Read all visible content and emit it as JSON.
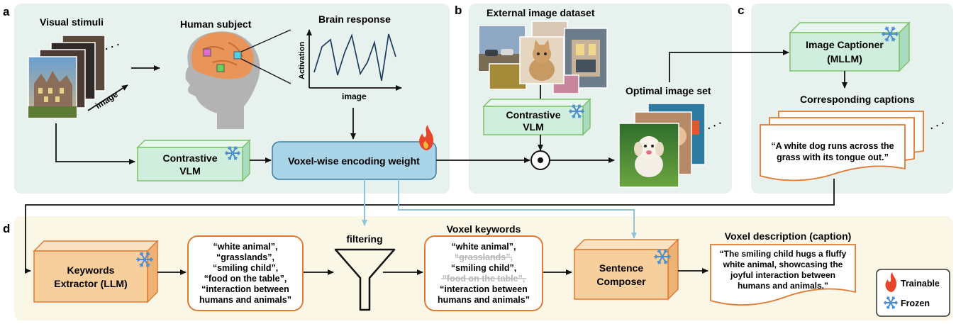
{
  "panel_labels": {
    "a": "a",
    "b": "b",
    "c": "c",
    "d": "d"
  },
  "panel_a": {
    "visual_stimuli": "Visual stimuli",
    "human_subject": "Human subject",
    "brain_response": "Brain response",
    "axis_y": "Activation",
    "axis_x": "image",
    "stack_label": "image",
    "ellipsis": "· · ·",
    "vlm_line1": "Contrastive",
    "vlm_line2": "VLM",
    "encoder": "Voxel-wise encoding weight"
  },
  "panel_b": {
    "title": "External image dataset",
    "vlm_line1": "Contrastive",
    "vlm_line2": "VLM",
    "optimal": "Optimal image set",
    "ellipsis": "· · ·"
  },
  "panel_c": {
    "captioner_line1": "Image Captioner",
    "captioner_line2": "(MLLM)",
    "corresponding": "Corresponding captions",
    "caption_line1": "“A white dog runs across the",
    "caption_line2": "grass with its tongue out.”",
    "ellipsis": "· · ·"
  },
  "panel_d": {
    "extractor_line1": "Keywords",
    "extractor_line2": "Extractor (LLM)",
    "keywords": [
      "“white animal”,",
      "“grasslands”,",
      "“smiling child”,",
      "“food on the table”,",
      "“interaction between",
      "humans and animals”"
    ],
    "filtering": "filtering",
    "voxel_keywords_title": "Voxel keywords",
    "voxel_keywords": [
      "“white animal”,",
      "“grasslands”,",
      "“smiling child”,",
      "“food on the table”,",
      "“interaction between",
      "humans and animals”"
    ],
    "composer_line1": "Sentence",
    "composer_line2": "Composer",
    "description_title": "Voxel description (caption)",
    "description": [
      "“The smiling child hugs a fluffy",
      "white animal, showcasing the",
      "joyful interaction between",
      "humans and animals.”"
    ]
  },
  "legend": {
    "trainable": "Trainable",
    "frozen": "Frozen"
  },
  "colors": {
    "panel_bg": "#e7f2ef",
    "panel_d_bg": "#fbf7e6",
    "vlm_green": "#cfeedd",
    "vlm_border": "#7cc26a",
    "encoder_blue": "#a9d3e6",
    "encoder_border": "#3c7c9c",
    "orange": "#e07a34",
    "orange_fill": "#f7cf9c",
    "snow": "#4f8fcf",
    "flame": "#e8462a"
  }
}
